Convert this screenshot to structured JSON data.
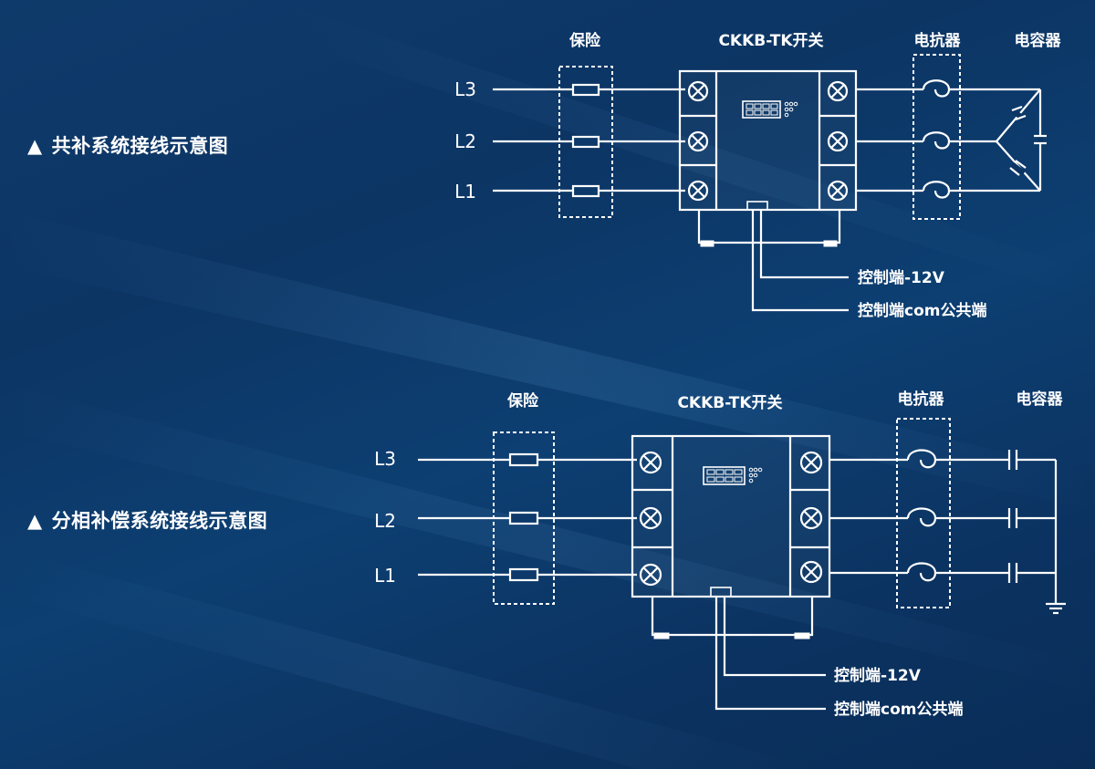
{
  "diagrams": [
    {
      "caption": "共补系统接线示意图",
      "marker": "▲",
      "labels": {
        "fuse": "保险",
        "switch": "CKKB-TK开关",
        "reactor": "电抗器",
        "capacitor": "电容器",
        "phases": [
          "L3",
          "L2",
          "L1"
        ],
        "control_neg": "控制端-12V",
        "control_com": "控制端com公共端"
      }
    },
    {
      "caption": "分相补偿系统接线示意图",
      "marker": "▲",
      "labels": {
        "fuse": "保险",
        "switch": "CKKB-TK开关",
        "reactor": "电抗器",
        "capacitor": "电容器",
        "phases": [
          "L3",
          "L2",
          "L1"
        ],
        "control_neg": "控制端-12V",
        "control_com": "控制端com公共端"
      }
    }
  ],
  "colors": {
    "background": "#0c3564",
    "line": "#ffffff"
  }
}
